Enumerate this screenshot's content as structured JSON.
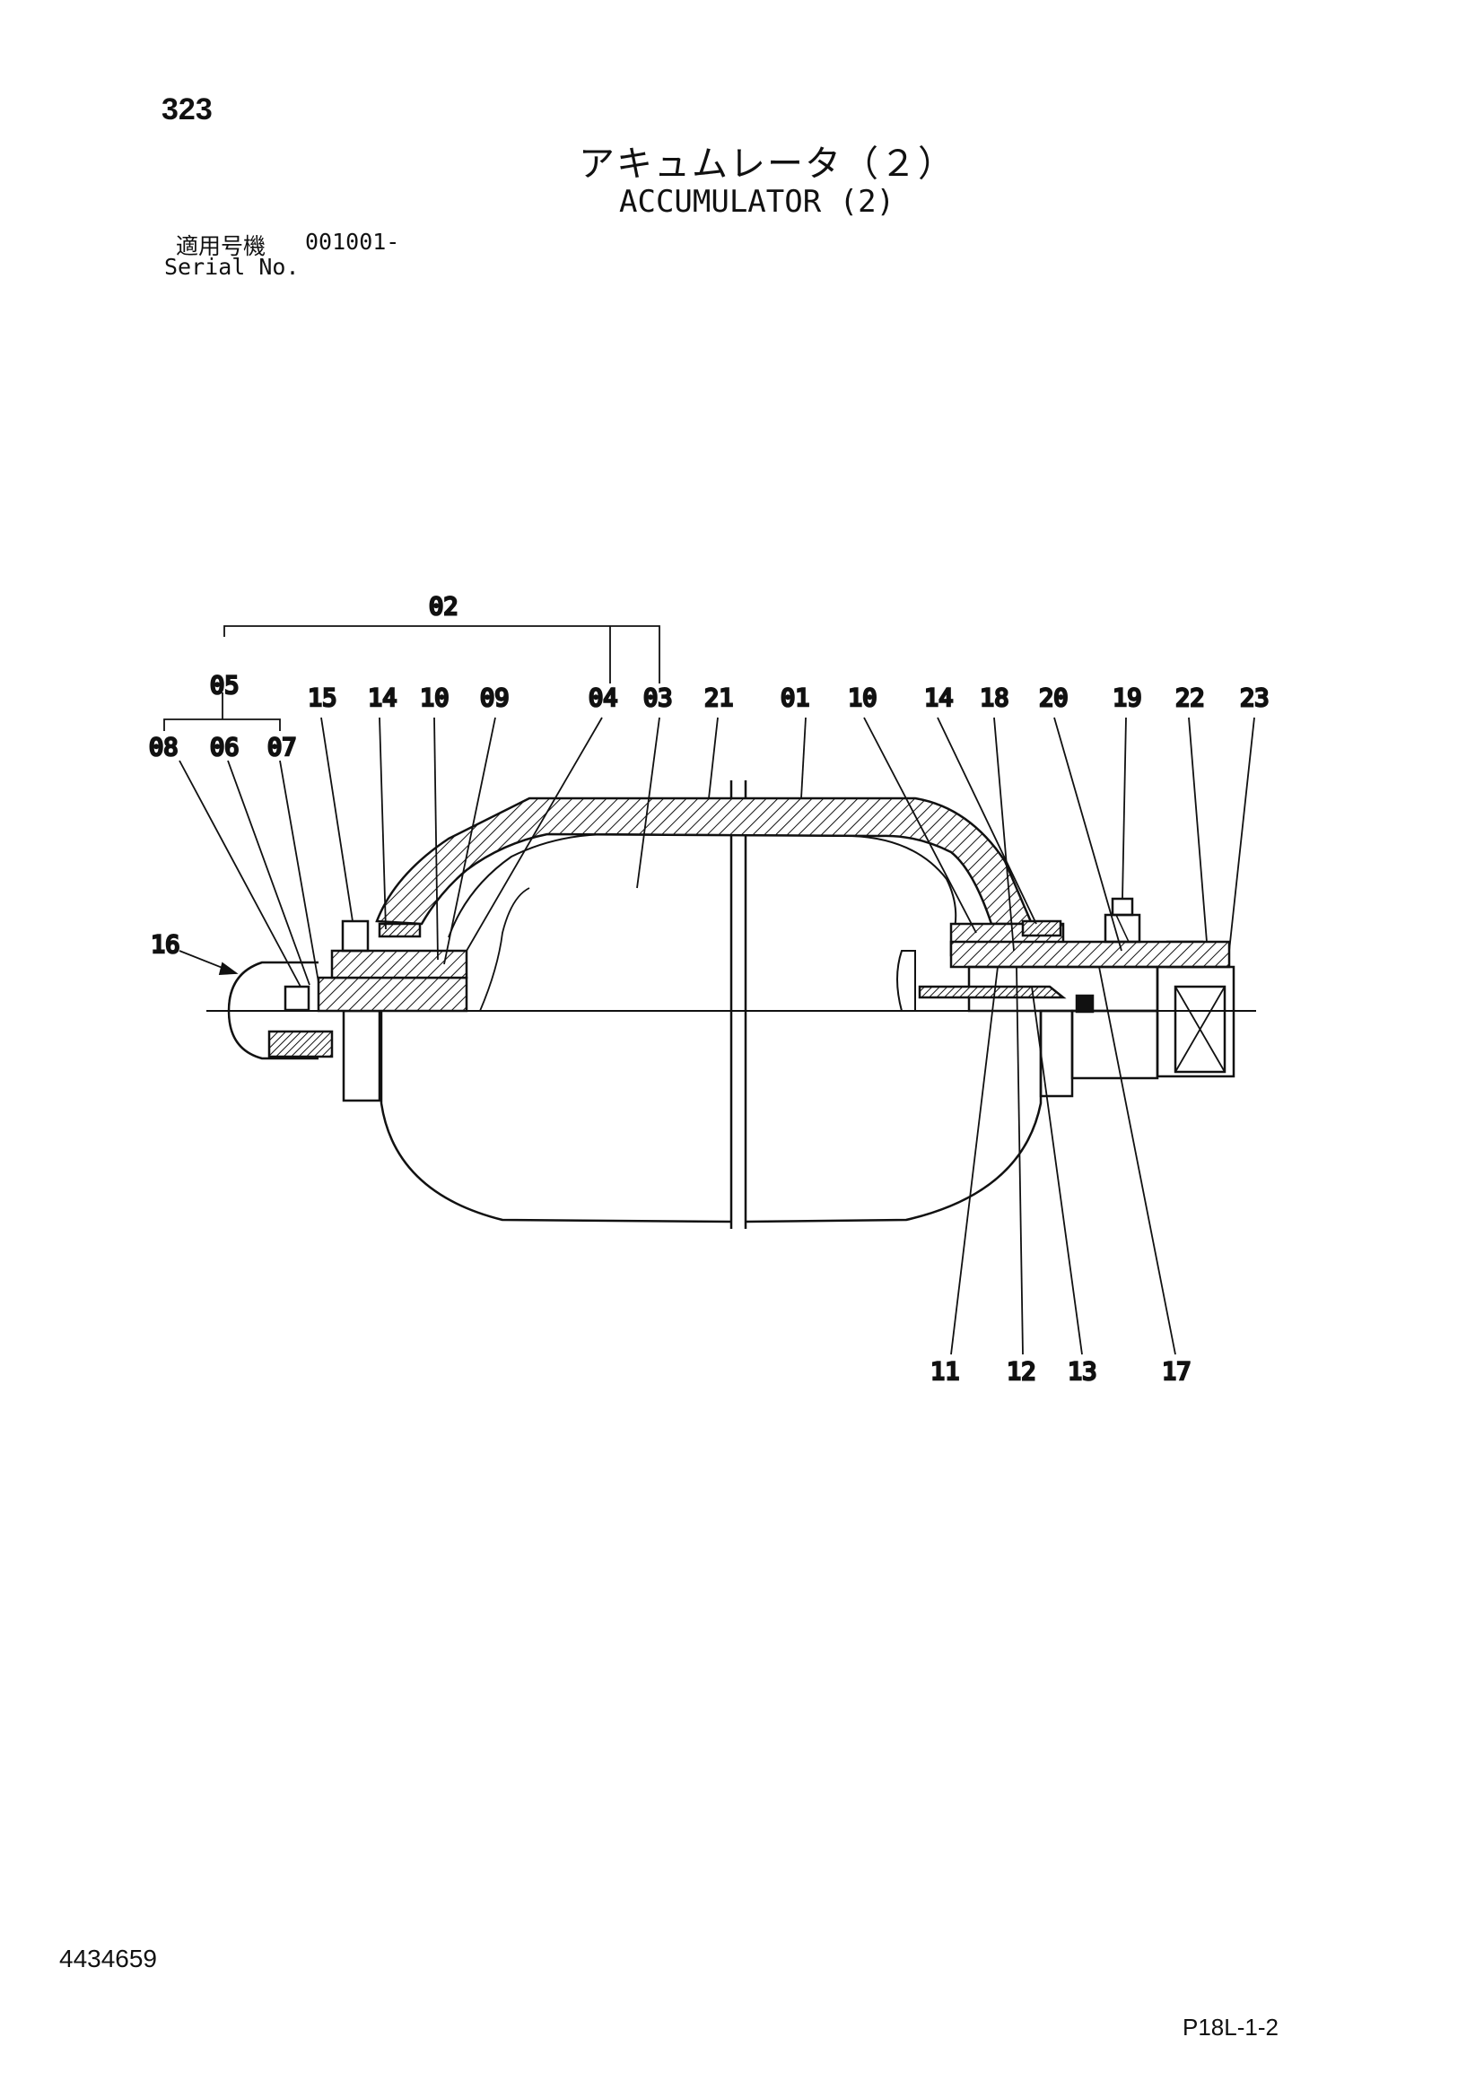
{
  "header": {
    "page_number": "323",
    "title_jp": "アキュムレータ（２）",
    "title_en": "ACCUMULATOR (2)",
    "serial_label_jp": "適用号機",
    "serial_value": "001001-",
    "serial_label_en": "Serial No."
  },
  "footer": {
    "doc_number": "4434659",
    "page_code": "P18L-1-2"
  },
  "callouts": {
    "c02": "02",
    "c05": "05",
    "c08": "08",
    "c06": "06",
    "c07": "07",
    "c15": "15",
    "c14a": "14",
    "c10a": "10",
    "c09": "09",
    "c04": "04",
    "c03": "03",
    "c21": "21",
    "c01": "01",
    "c10b": "10",
    "c14b": "14",
    "c18": "18",
    "c20": "20",
    "c19": "19",
    "c22": "22",
    "c23": "23",
    "c16": "16",
    "c11": "11",
    "c12": "12",
    "c13": "13",
    "c17": "17"
  }
}
